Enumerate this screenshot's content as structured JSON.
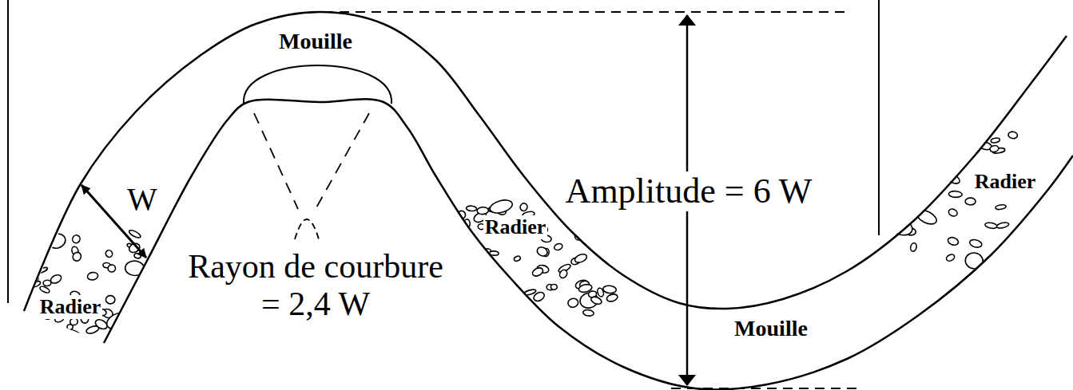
{
  "diagram": {
    "labels": [
      "Mouille",
      "Amplitude = 6 W",
      "W",
      "Radier",
      "Rayon de courbure = 2,4 W",
      "Radier",
      "Radier",
      "Mouille"
    ]
  }
}
